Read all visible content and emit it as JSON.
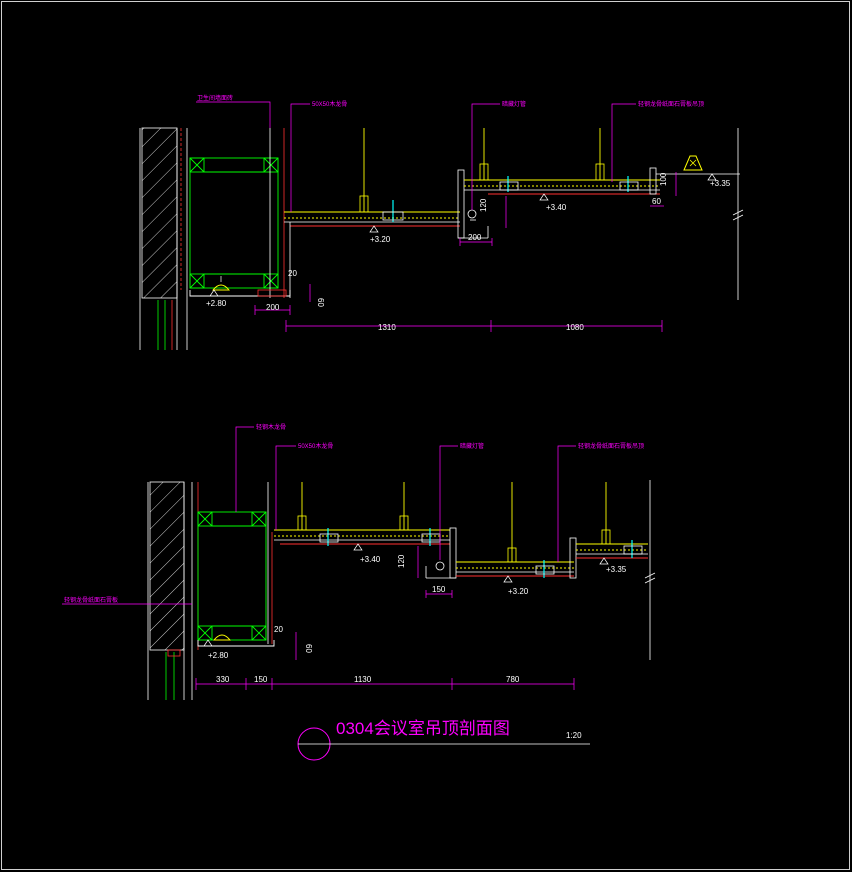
{
  "top_section": {
    "labels": {
      "l1": "卫生间墙面砖",
      "l2": "50X50木龙骨",
      "l3": "暗藏灯管",
      "l4": "轻钢龙骨纸面石膏板吊顶"
    },
    "elevations": {
      "e1": "+2.80",
      "e2": "+3.20",
      "e3": "+3.40",
      "e4": "+3.35"
    },
    "dims": {
      "d20": "20",
      "d60": "60",
      "d200a": "200",
      "d1310": "1310",
      "d1080": "1080",
      "d200b": "200",
      "d120": "120",
      "d60b": "60",
      "d100": "100"
    }
  },
  "bottom_section": {
    "labels": {
      "l1": "轻钢木龙骨",
      "l2": "50X50木龙骨",
      "l3": "暗藏灯管",
      "l4": "轻钢龙骨纸面石膏板吊顶",
      "l5": "轻钢龙骨纸面石膏板"
    },
    "elevations": {
      "e1": "+2.80",
      "e2": "+3.40",
      "e3": "+3.20",
      "e4": "+3.35"
    },
    "dims": {
      "d20": "20",
      "d60": "60",
      "d330": "330",
      "d150a": "150",
      "d1130": "1130",
      "d780": "780",
      "d120": "120",
      "d150b": "150"
    }
  },
  "title": {
    "text": "0304会议室吊顶剖面图",
    "scale": "1:20"
  },
  "colors": {
    "background": "#000000",
    "outline": "#ffffff",
    "magenta": "#ff00ff",
    "green": "#00ff00",
    "yellow": "#ffff00",
    "red": "#ff3030",
    "cyan": "#00ffff"
  }
}
